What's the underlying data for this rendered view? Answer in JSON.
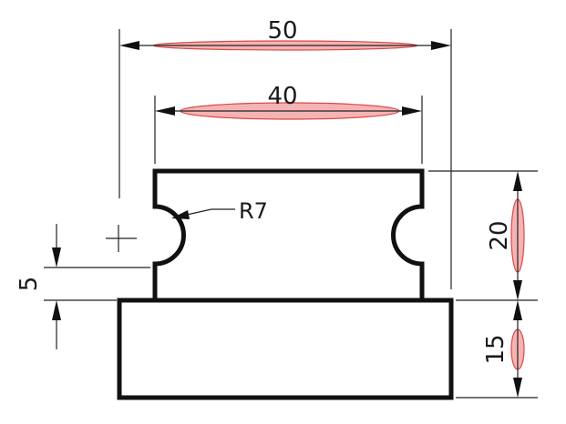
{
  "drawing": {
    "dimensions": {
      "overall_width": "50",
      "inner_width": "40",
      "upper_height": "20",
      "base_height": "15",
      "offset": "5",
      "radius": "R7"
    },
    "colors": {
      "outline": "#111111",
      "highlight_fill": "#f4a6a6",
      "highlight_stroke": "#d94a4a"
    }
  }
}
